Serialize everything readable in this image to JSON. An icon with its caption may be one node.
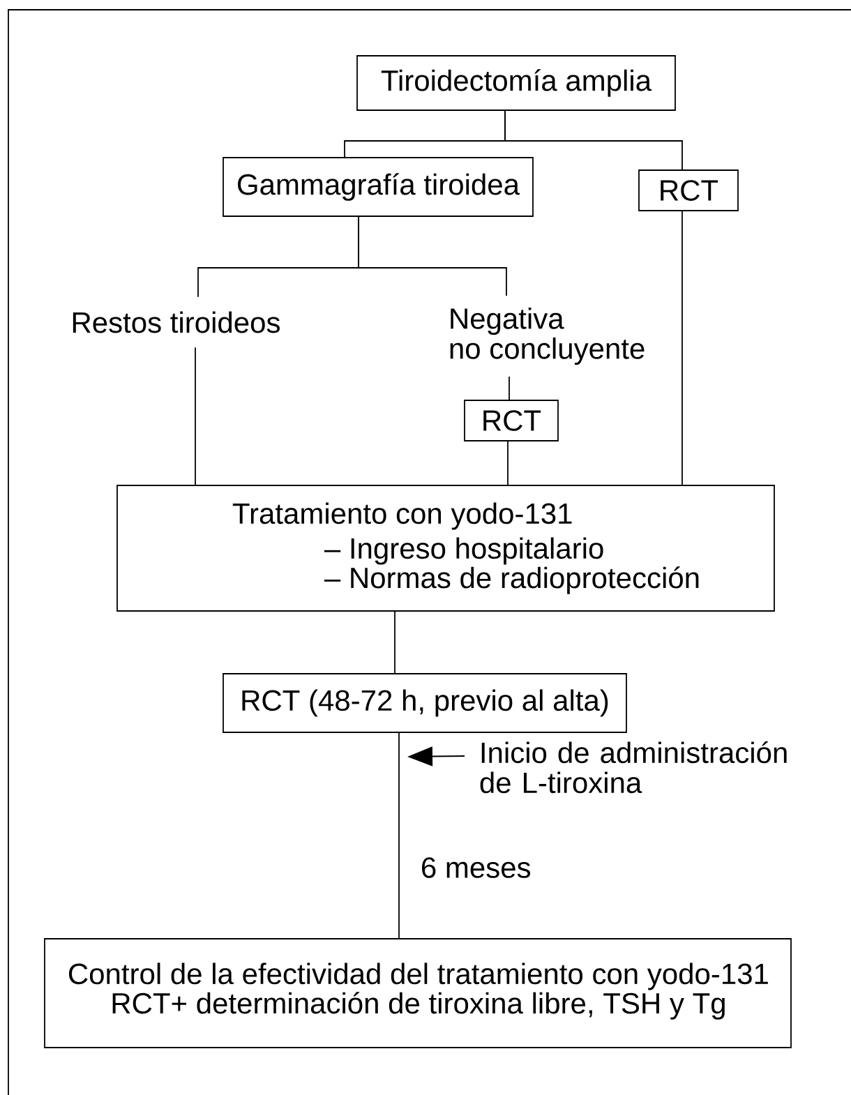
{
  "diagram": {
    "nodes": [
      {
        "text": [
          "Tiroidectomía amplia"
        ]
      },
      {
        "text": [
          "Gammagrafía tiroidea"
        ]
      },
      {
        "text": [
          "RCT"
        ]
      },
      {
        "text": [
          "Restos tiroideos"
        ]
      },
      {
        "text": [
          "Negativa",
          "no concluyente"
        ]
      },
      {
        "text": [
          "RCT"
        ]
      },
      {
        "text": [
          "Tratamiento con yodo-131",
          "– Ingreso hospitalario",
          "– Normas de radioprotección"
        ]
      },
      {
        "text": [
          "RCT (48-72 h, previo al alta)"
        ]
      },
      {
        "text": [
          "Inicio de administración de L-tiroxina"
        ]
      },
      {
        "text": [
          "Control de la efectividad del tratamiento con yodo-131",
          "RCT+ determinación de tiroxina libre, TSH y Tg"
        ]
      }
    ],
    "edges": [
      {
        "from": 0,
        "to": 1,
        "arrow": "none"
      },
      {
        "from": 0,
        "to": 2,
        "arrow": "none"
      },
      {
        "from": 1,
        "to": 3,
        "arrow": "none"
      },
      {
        "from": 1,
        "to": 4,
        "arrow": "none"
      },
      {
        "from": 4,
        "to": 5,
        "arrow": "none"
      },
      {
        "from": 3,
        "to": 6,
        "arrow": "none"
      },
      {
        "from": 5,
        "to": 6,
        "arrow": "none"
      },
      {
        "from": 2,
        "to": 6,
        "arrow": "none"
      },
      {
        "from": 6,
        "to": 7,
        "arrow": "none"
      },
      {
        "from": 7,
        "to": 9,
        "arrow": "none",
        "label": "6 meses"
      },
      {
        "from": 8,
        "to": 7,
        "arrow": "to"
      }
    ]
  }
}
